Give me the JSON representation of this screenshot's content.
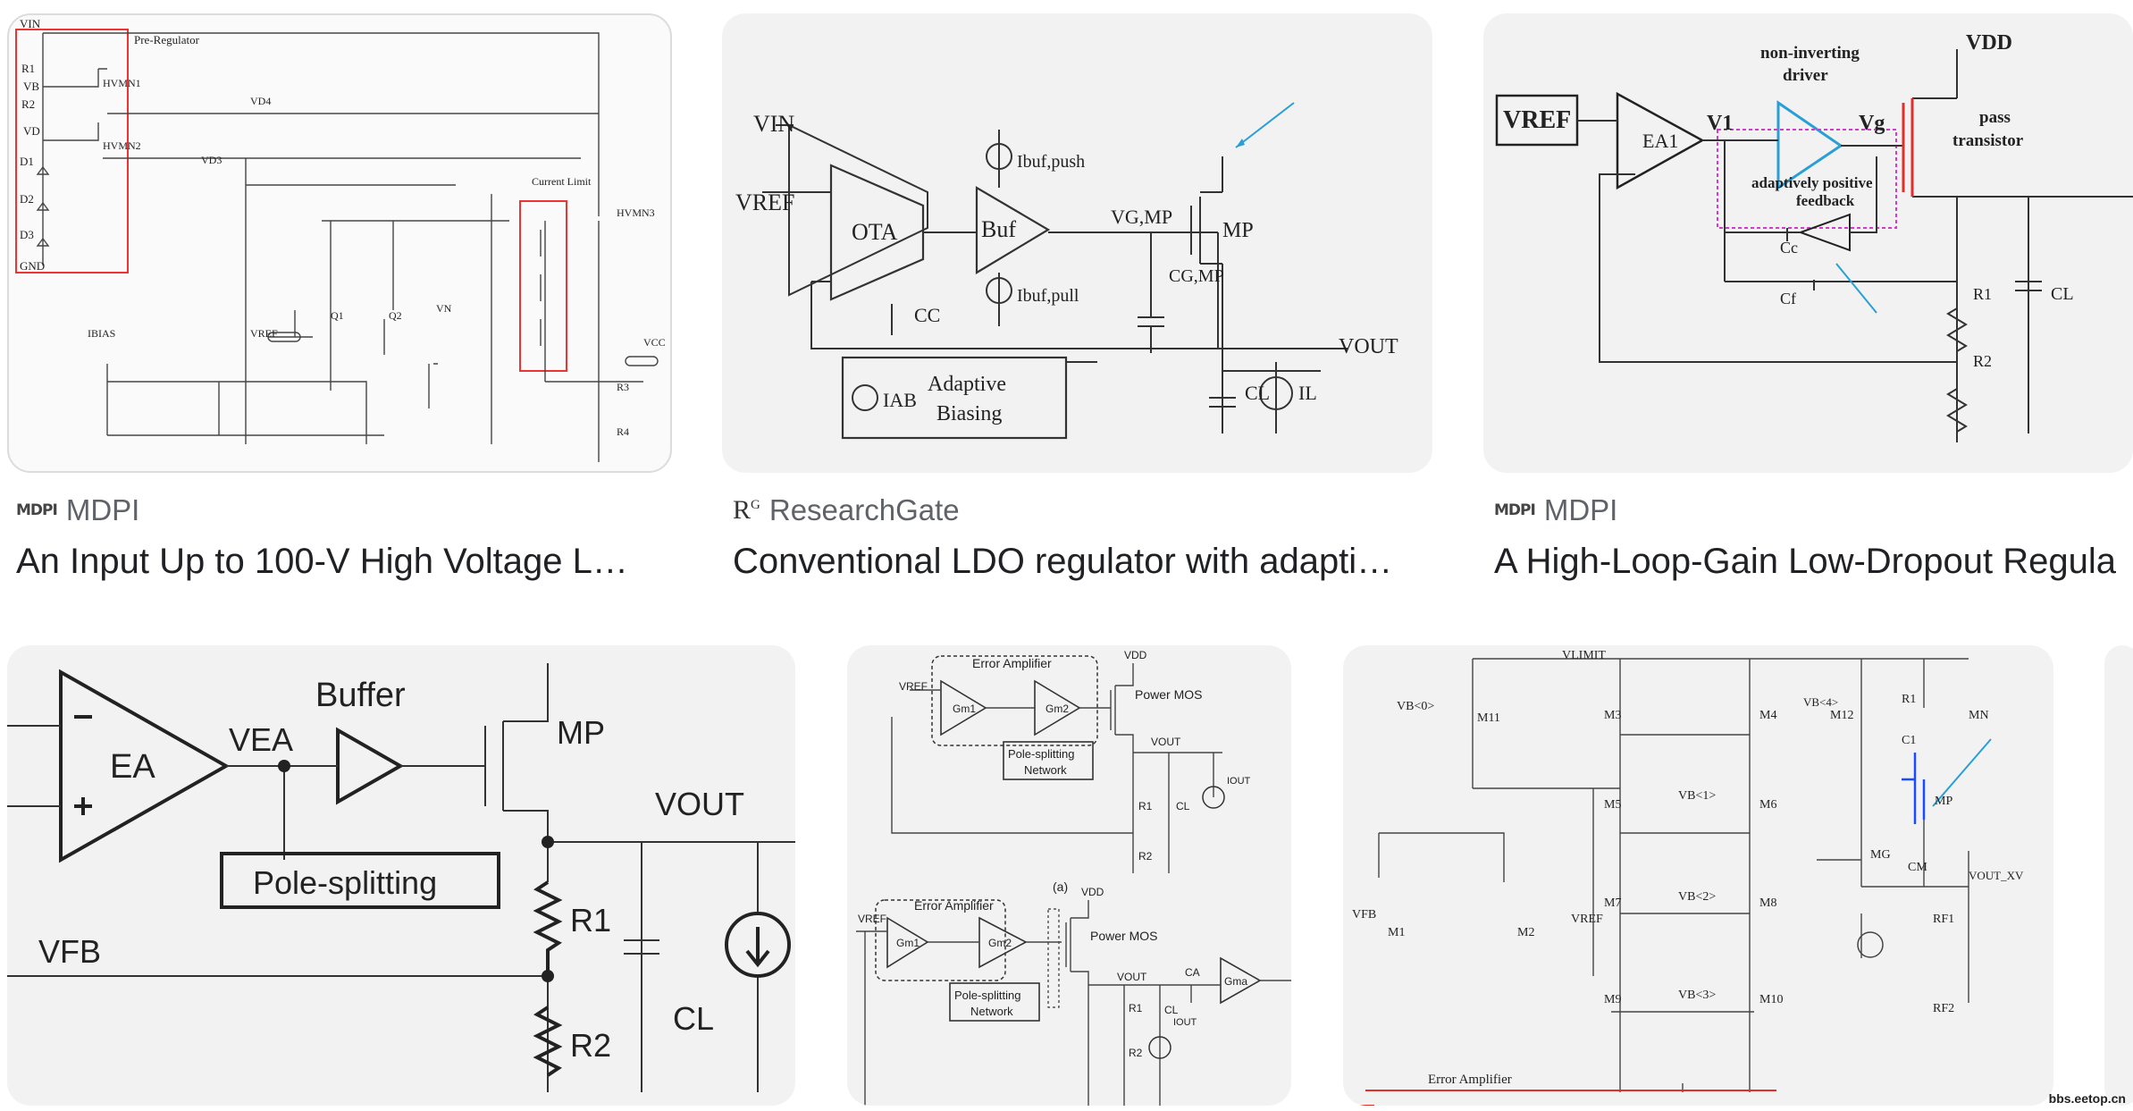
{
  "results": [
    {
      "source": "MDPI",
      "source_icon": "mdpi-icon",
      "title": "An Input Up to 100-V High Voltage L…",
      "diagram": {
        "labels": [
          "VIN",
          "Pre-Regulator",
          "R1",
          "VB",
          "R2",
          "VD",
          "D1",
          "D2",
          "D3",
          "GND",
          "HVMN1",
          "HVMN2",
          "VD4",
          "VD3",
          "Current Limit",
          "HVMN3",
          "IBIAS",
          "VREF",
          "Q1",
          "Q2",
          "VN",
          "VCC",
          "R3",
          "R4"
        ]
      }
    },
    {
      "source": "ResearchGate",
      "source_icon": "researchgate-icon",
      "title": "Conventional LDO regulator with adapti…",
      "diagram": {
        "labels": [
          "VIN",
          "VREF",
          "OTA",
          "Buf",
          "Ibuf,push",
          "Ibuf,pull",
          "CC",
          "VG,MP",
          "MP",
          "CG,MP",
          "VOUT",
          "CL",
          "IL",
          "IAB",
          "Adaptive",
          "Biasing"
        ]
      }
    },
    {
      "source": "MDPI",
      "source_icon": "mdpi-icon",
      "title": "A High-Loop-Gain Low-Dropout Regula",
      "diagram": {
        "labels": [
          "VREF",
          "EA1",
          "V1",
          "non-inverting",
          "driver",
          "Vg",
          "VDD",
          "pass",
          "transistor",
          "adaptively positive",
          "feedback",
          "Cc",
          "Cf",
          "R1",
          "R2",
          "CL"
        ]
      }
    },
    {
      "diagram": {
        "labels": [
          "EA",
          "VEA",
          "Buffer",
          "MP",
          "VOUT",
          "Pole-splitting",
          "VFB",
          "R1",
          "R2",
          "CL"
        ]
      }
    },
    {
      "diagram": {
        "labels": [
          "Error Amplifier",
          "VREF",
          "Gm1",
          "Gm2",
          "VDD",
          "Power MOS",
          "Pole-splitting",
          "Network",
          "VOUT",
          "R1",
          "R2",
          "CL",
          "IOUT",
          "(a)",
          "CA",
          "Gma"
        ]
      }
    },
    {
      "diagram": {
        "labels": [
          "VLIMIT",
          "VB<0>",
          "M11",
          "M3",
          "M4",
          "VB<4>",
          "M12",
          "R1",
          "C1",
          "MN",
          "M5",
          "VB<1>",
          "M6",
          "MP",
          "MG",
          "CM",
          "VOUT_XV",
          "VFB",
          "M1",
          "M2",
          "VREF",
          "M7",
          "VB<2>",
          "M8",
          "RF1",
          "M9",
          "VB<3>",
          "M10",
          "RF2",
          "Error Amplifier"
        ]
      }
    }
  ],
  "watermark": "bbs.eetop.cn",
  "colors": {
    "accent_blue": "#2a9fd6",
    "highlight_red": "#e0302a",
    "highlight_magenta": "#d23cc8",
    "title_text": "#202124",
    "source_text": "#5f6368"
  }
}
